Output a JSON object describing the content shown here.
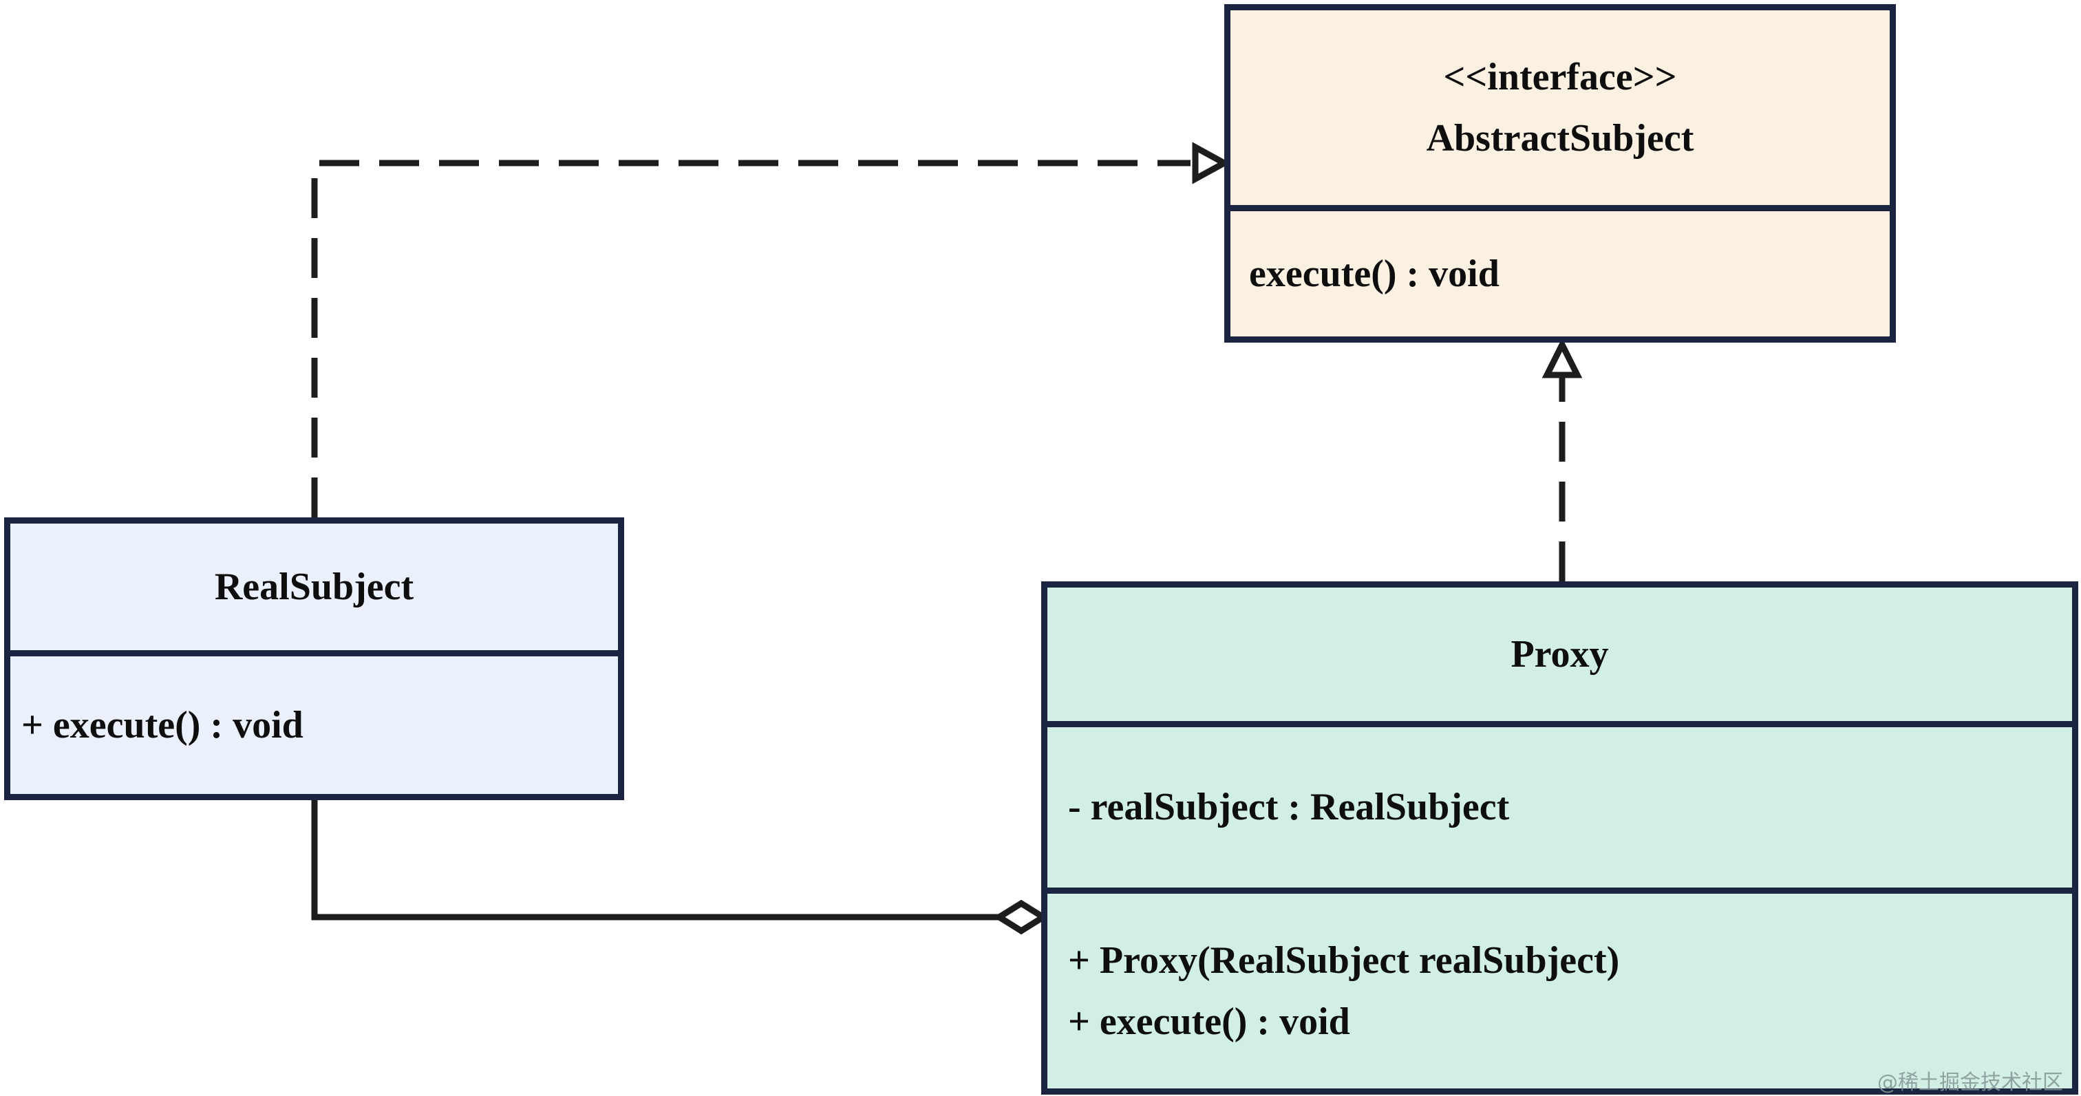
{
  "diagram": {
    "title": "Proxy design pattern UML class diagram",
    "colors": {
      "background": "#ffffff",
      "box_border": "#1b2440",
      "connector_line": "#1d1d1d",
      "abstract_subject_fill": "#fbf1e3",
      "real_subject_fill": "#ebf1fc",
      "proxy_fill": "#d1efe5",
      "text": "#0e0e0e",
      "watermark": "#829494"
    },
    "classes": {
      "abstract_subject": {
        "stereotype": "<<interface>>",
        "name": "AbstractSubject",
        "methods": [
          "execute() : void"
        ]
      },
      "real_subject": {
        "name": "RealSubject",
        "methods": [
          "+ execute() : void"
        ]
      },
      "proxy": {
        "name": "Proxy",
        "attributes": [
          "- realSubject : RealSubject"
        ],
        "methods": [
          "+ Proxy(RealSubject realSubject)",
          "+ execute() : void"
        ]
      }
    },
    "relationships": [
      {
        "from": "RealSubject",
        "to": "AbstractSubject",
        "type": "realization",
        "line": "dashed",
        "marker": "hollow-triangle"
      },
      {
        "from": "Proxy",
        "to": "AbstractSubject",
        "type": "realization",
        "line": "dashed",
        "marker": "hollow-triangle"
      },
      {
        "from": "RealSubject",
        "to": "Proxy",
        "type": "aggregation",
        "line": "solid",
        "marker": "hollow-diamond"
      }
    ],
    "watermark": "@稀土掘金技术社区"
  }
}
